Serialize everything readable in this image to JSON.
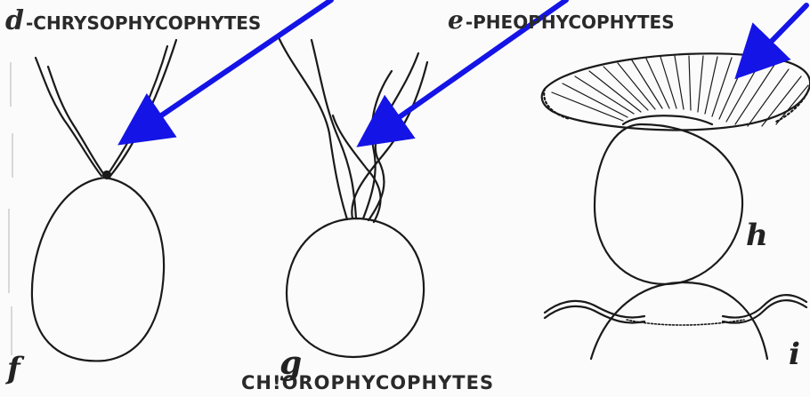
{
  "captions": {
    "d_letter": "d",
    "d_text": "-CHRYSOPHYCOPHYTES",
    "e_letter": "e",
    "e_text": "-PHEOPHYCOPHYTES",
    "chlorophytes": "CH!OROPHYCOPHYTES"
  },
  "figure_labels": {
    "f": "f",
    "g": "g",
    "h": "h",
    "i": "i"
  },
  "colors": {
    "arrow": "#1414e6",
    "ink": "#1a1a1a",
    "background": "#fbfbfb"
  }
}
